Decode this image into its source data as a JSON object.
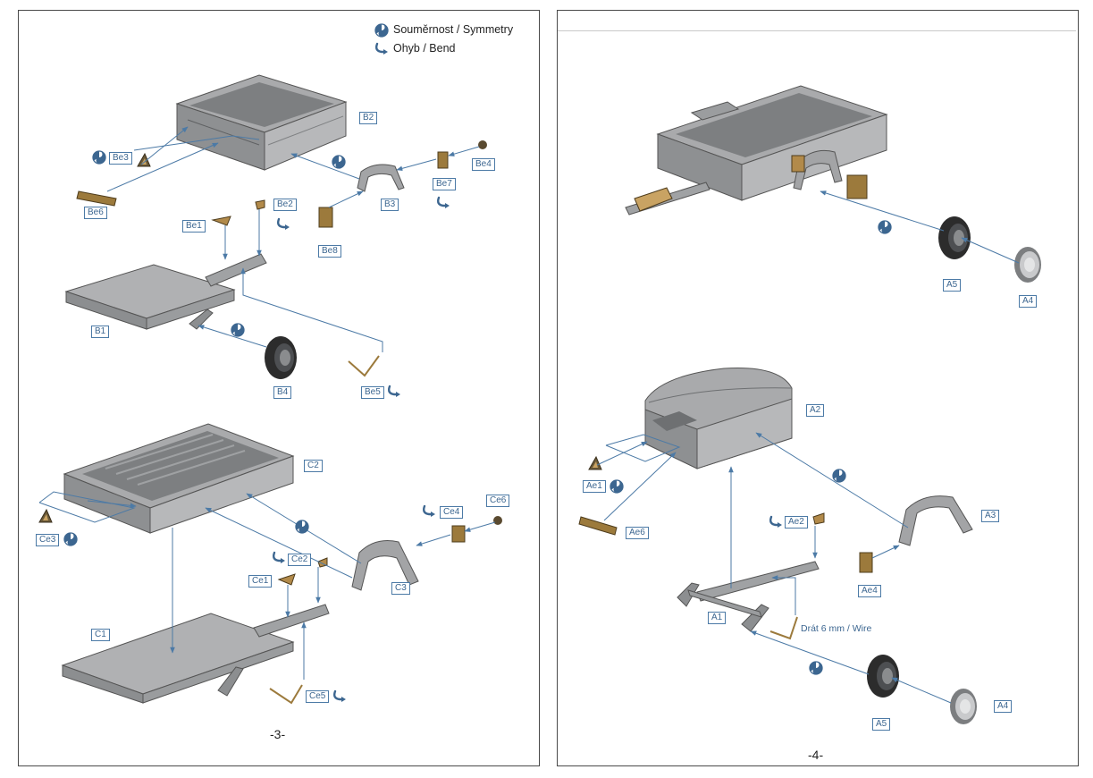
{
  "legend": {
    "symmetry": {
      "label": "Souměrnost / Symmetry",
      "icon": "symmetry-icon"
    },
    "bend": {
      "label": "Ohyb / Bend",
      "icon": "bend-icon"
    }
  },
  "colors": {
    "arrow": "#4c7aa6",
    "part_grey": "#a8a9ab",
    "part_dark": "#6e7072",
    "photoetch": "#b28a4a",
    "tire": "#2c2c2c",
    "label_border": "#4c7aa6"
  },
  "page_left": {
    "page_number": "-3-",
    "labels": {
      "B2": "B2",
      "Be3": "Be3",
      "Be4": "Be4",
      "Be7": "Be7",
      "B3": "B3",
      "Be6": "Be6",
      "Be1": "Be1",
      "Be2": "Be2",
      "Be8": "Be8",
      "B1": "B1",
      "B4": "B4",
      "Be5": "Be5",
      "C2": "C2",
      "Ce4": "Ce4",
      "Ce6": "Ce6",
      "Ce3": "Ce3",
      "Ce2": "Ce2",
      "Ce1": "Ce1",
      "C3": "C3",
      "C1": "C1",
      "Ce5": "Ce5"
    }
  },
  "page_right": {
    "page_number": "-4-",
    "labels": {
      "A5_top": "A5",
      "A4_top": "A4",
      "A2": "A2",
      "Ae1": "Ae1",
      "Ae6": "Ae6",
      "Ae2": "Ae2",
      "A3": "A3",
      "Ae4": "Ae4",
      "A1": "A1",
      "A5_bottom": "A5",
      "A4_bottom": "A4"
    },
    "wire_note": "Drát 6 mm / Wire"
  }
}
